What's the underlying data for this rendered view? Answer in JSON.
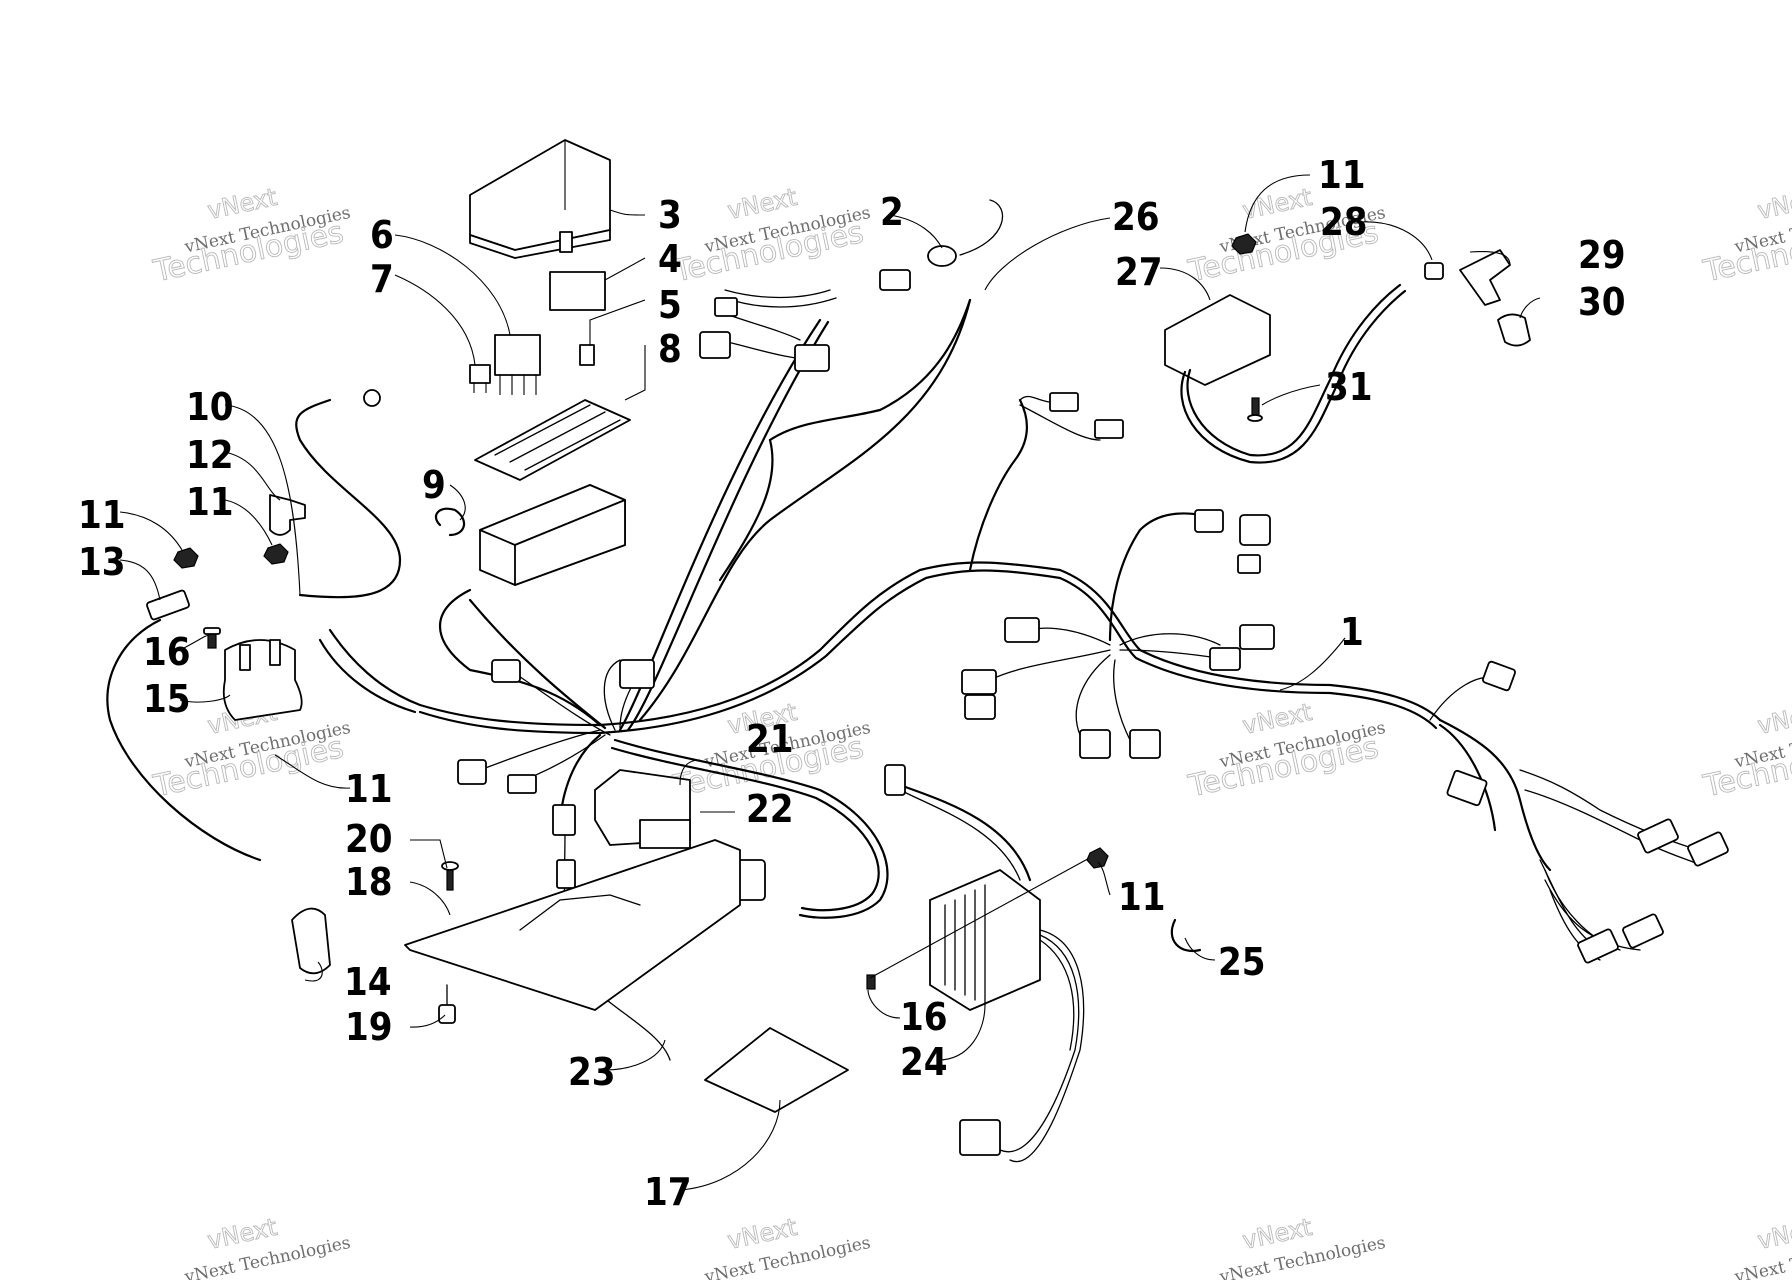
{
  "watermark": {
    "line_top": "vNext",
    "line_mid": "vNext Technologies",
    "line_bottom": "Technologies"
  },
  "callouts": [
    {
      "id": "c1",
      "label": "1"
    },
    {
      "id": "c2",
      "label": "2"
    },
    {
      "id": "c3",
      "label": "3"
    },
    {
      "id": "c4",
      "label": "4"
    },
    {
      "id": "c5",
      "label": "5"
    },
    {
      "id": "c6",
      "label": "6"
    },
    {
      "id": "c7",
      "label": "7"
    },
    {
      "id": "c8",
      "label": "8"
    },
    {
      "id": "c9",
      "label": "9"
    },
    {
      "id": "c10",
      "label": "10"
    },
    {
      "id": "c11a",
      "label": "11"
    },
    {
      "id": "c11b",
      "label": "11"
    },
    {
      "id": "c11c",
      "label": "11"
    },
    {
      "id": "c11d",
      "label": "11"
    },
    {
      "id": "c11e",
      "label": "11"
    },
    {
      "id": "c12",
      "label": "12"
    },
    {
      "id": "c13",
      "label": "13"
    },
    {
      "id": "c14",
      "label": "14"
    },
    {
      "id": "c15",
      "label": "15"
    },
    {
      "id": "c16a",
      "label": "16"
    },
    {
      "id": "c16b",
      "label": "16"
    },
    {
      "id": "c17",
      "label": "17"
    },
    {
      "id": "c18",
      "label": "18"
    },
    {
      "id": "c19",
      "label": "19"
    },
    {
      "id": "c20",
      "label": "20"
    },
    {
      "id": "c21",
      "label": "21"
    },
    {
      "id": "c22",
      "label": "22"
    },
    {
      "id": "c23",
      "label": "23"
    },
    {
      "id": "c24",
      "label": "24"
    },
    {
      "id": "c25",
      "label": "25"
    },
    {
      "id": "c26",
      "label": "26"
    },
    {
      "id": "c27",
      "label": "27"
    },
    {
      "id": "c28",
      "label": "28"
    },
    {
      "id": "c29",
      "label": "29"
    },
    {
      "id": "c30",
      "label": "30"
    },
    {
      "id": "c31",
      "label": "31"
    }
  ]
}
